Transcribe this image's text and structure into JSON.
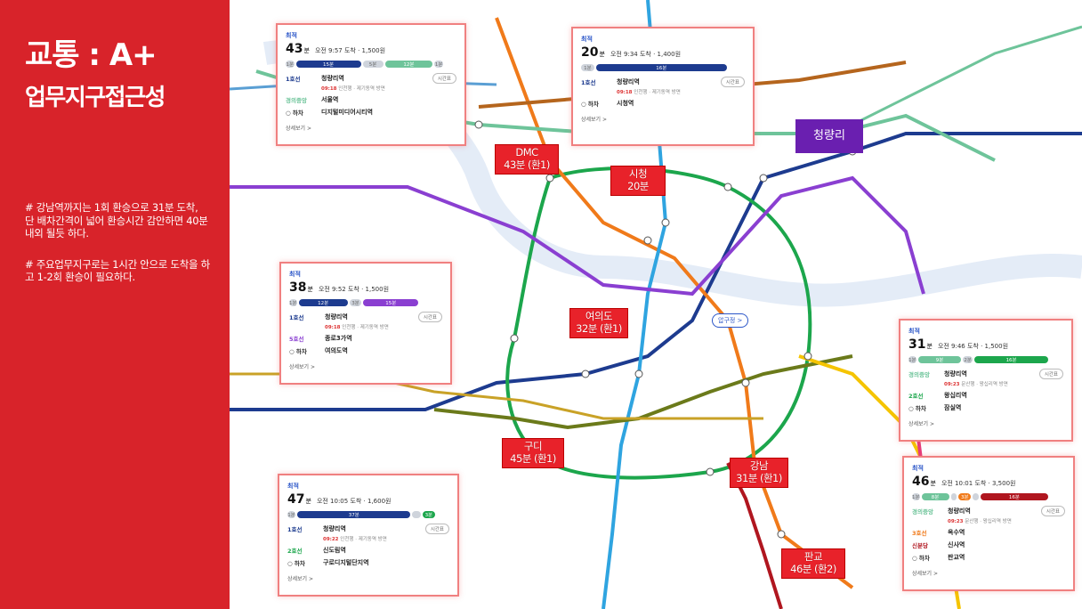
{
  "left": {
    "title": "교통 : A+",
    "subtitle": "업무지구접근성",
    "note1": "# 강남역까지는 1회 환승으로 31분 도착, 단 배차간격이 넓어 환승시간 감안하면 40분 내외 될듯 하다.",
    "note2": "# 주요업무지구로는 1시간 안으로 도착을 하고 1-2회 환승이 필요하다."
  },
  "labels": {
    "dmc": [
      "DMC",
      "43분 (환1)"
    ],
    "cityhall": [
      "시청",
      "20분"
    ],
    "yeouido": [
      "여의도",
      "32분 (환1)"
    ],
    "guro": [
      "구디",
      "45분 (환1)"
    ],
    "gangnam": [
      "강남",
      "31분 (환1)"
    ],
    "pangyo": [
      "판교",
      "46분 (환2)"
    ],
    "cheongnyangni": "청량리",
    "apgujeong": "압구정 >"
  },
  "colors": {
    "accent": "#d8232a",
    "line1": "#1d3b8f",
    "line2": "#1ca64c",
    "line3": "#f07a1a",
    "line4": "#2fa4e0",
    "line5": "#8a3fd1",
    "gyeongui": "#6ec49a",
    "shinbundang": "#b0161f"
  },
  "cards": [
    {
      "best": "최적",
      "min": "43",
      "unit": "분",
      "arrive": "오전 9:57 도착 · 1,500원",
      "segments": [
        {
          "t": "1분",
          "w": 5,
          "c": "gray"
        },
        {
          "t": "15분",
          "w": 38,
          "c": "#1d3b8f"
        },
        {
          "t": "5분",
          "w": 12,
          "c": "gray"
        },
        {
          "t": "12분",
          "w": 28,
          "c": "#6ec49a"
        },
        {
          "t": "1분",
          "w": 5,
          "c": "gray"
        }
      ],
      "rows": [
        {
          "line": "1호선",
          "color": "#1d3b8f",
          "station": "청량리역",
          "pill": "시간표",
          "sub": "09:18",
          "subrest": "인천행 · 제기동역 방면"
        },
        {
          "line": "경의중앙",
          "color": "#6ec49a",
          "station": "서울역",
          "pill": "",
          "sub": "",
          "subrest": ""
        },
        {
          "line": "○ 하차",
          "color": "#333",
          "station": "디지털미디어시티역",
          "pill": "",
          "sub": "",
          "subrest": ""
        }
      ],
      "detail": "상세보기 >"
    },
    {
      "best": "최적",
      "min": "20",
      "unit": "분",
      "arrive": "오전 9:34 도착 · 1,400원",
      "segments": [
        {
          "t": "1분",
          "w": 8,
          "c": "gray"
        },
        {
          "t": "16분",
          "w": 80,
          "c": "#1d3b8f"
        }
      ],
      "rows": [
        {
          "line": "1호선",
          "color": "#1d3b8f",
          "station": "청량리역",
          "pill": "시간표",
          "sub": "09:18",
          "subrest": "인천행 · 제기동역 방면"
        },
        {
          "line": "○ 하차",
          "color": "#333",
          "station": "시청역",
          "pill": "",
          "sub": "",
          "subrest": ""
        }
      ],
      "detail": "상세보기 >"
    },
    {
      "best": "최적",
      "min": "38",
      "unit": "분",
      "arrive": "오전 9:52 도착 · 1,500원",
      "segments": [
        {
          "t": "1분",
          "w": 5,
          "c": "gray"
        },
        {
          "t": "12분",
          "w": 32,
          "c": "#1d3b8f"
        },
        {
          "t": "3분",
          "w": 8,
          "c": "gray"
        },
        {
          "t": "15분",
          "w": 36,
          "c": "#8a3fd1"
        }
      ],
      "rows": [
        {
          "line": "1호선",
          "color": "#1d3b8f",
          "station": "청량리역",
          "pill": "시간표",
          "sub": "09:18",
          "subrest": "인천행 · 제기동역 방면"
        },
        {
          "line": "5호선",
          "color": "#8a3fd1",
          "station": "종로3가역",
          "pill": "",
          "sub": "",
          "subrest": ""
        },
        {
          "line": "○ 하차",
          "color": "#333",
          "station": "여의도역",
          "pill": "",
          "sub": "",
          "subrest": ""
        }
      ],
      "detail": "상세보기 >"
    },
    {
      "best": "최적",
      "min": "47",
      "unit": "분",
      "arrive": "오전 10:05 도착 · 1,600원",
      "segments": [
        {
          "t": "1분",
          "w": 5,
          "c": "gray"
        },
        {
          "t": "37분",
          "w": 70,
          "c": "#1d3b8f"
        },
        {
          "t": "",
          "w": 5,
          "c": "gray"
        },
        {
          "t": "3분",
          "w": 8,
          "c": "#1ca64c"
        }
      ],
      "rows": [
        {
          "line": "1호선",
          "color": "#1d3b8f",
          "station": "청량리역",
          "pill": "시간표",
          "sub": "09:22",
          "subrest": "인천행 · 제기동역 방면"
        },
        {
          "line": "2호선",
          "color": "#1ca64c",
          "station": "신도림역",
          "pill": "",
          "sub": "",
          "subrest": ""
        },
        {
          "line": "○ 하차",
          "color": "#333",
          "station": "구로디지털단지역",
          "pill": "",
          "sub": "",
          "subrest": ""
        }
      ],
      "detail": "상세보기 >"
    },
    {
      "best": "최적",
      "min": "31",
      "unit": "분",
      "arrive": "오전 9:46 도착 · 1,500원",
      "segments": [
        {
          "t": "1분",
          "w": 5,
          "c": "gray"
        },
        {
          "t": "9분",
          "w": 28,
          "c": "#6ec49a"
        },
        {
          "t": "2분",
          "w": 6,
          "c": "gray"
        },
        {
          "t": "16분",
          "w": 48,
          "c": "#1ca64c"
        }
      ],
      "rows": [
        {
          "line": "경의중앙",
          "color": "#6ec49a",
          "station": "청량리역",
          "pill": "시간표",
          "sub": "09:23",
          "subrest": "문산행 · 왕십리역 방면"
        },
        {
          "line": "2호선",
          "color": "#1ca64c",
          "station": "왕십리역",
          "pill": "",
          "sub": "",
          "subrest": ""
        },
        {
          "line": "○ 하차",
          "color": "#333",
          "station": "잠실역",
          "pill": "",
          "sub": "",
          "subrest": ""
        }
      ],
      "detail": "상세보기 >"
    },
    {
      "best": "최적",
      "min": "46",
      "unit": "분",
      "arrive": "오전 10:01 도착 · 3,500원",
      "segments": [
        {
          "t": "1분",
          "w": 5,
          "c": "gray"
        },
        {
          "t": "8분",
          "w": 18,
          "c": "#6ec49a"
        },
        {
          "t": "",
          "w": 4,
          "c": "gray"
        },
        {
          "t": "3분",
          "w": 8,
          "c": "#f07a1a"
        },
        {
          "t": "",
          "w": 4,
          "c": "gray"
        },
        {
          "t": "16분",
          "w": 44,
          "c": "#b0161f"
        }
      ],
      "rows": [
        {
          "line": "경의중앙",
          "color": "#6ec49a",
          "station": "청량리역",
          "pill": "시간표",
          "sub": "09:23",
          "subrest": "문산행 · 왕십리역 방면"
        },
        {
          "line": "3호선",
          "color": "#f07a1a",
          "station": "옥수역",
          "pill": "",
          "sub": "",
          "subrest": ""
        },
        {
          "line": "신분당",
          "color": "#b0161f",
          "station": "신사역",
          "pill": "",
          "sub": "",
          "subrest": ""
        },
        {
          "line": "○ 하차",
          "color": "#333",
          "station": "판교역",
          "pill": "",
          "sub": "",
          "subrest": ""
        }
      ],
      "detail": "상세보기 >"
    }
  ]
}
